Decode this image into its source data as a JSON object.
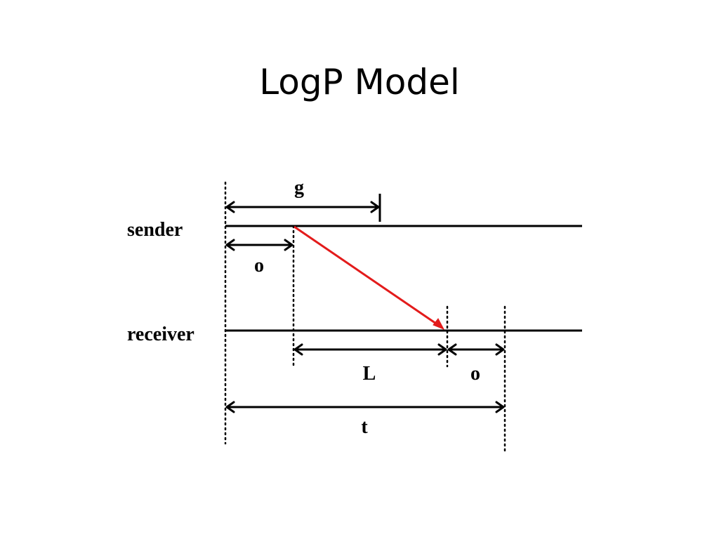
{
  "title": "LogP Model",
  "rows": {
    "sender": "sender",
    "receiver": "receiver"
  },
  "labels": {
    "gap": "g",
    "send_overhead": "o",
    "latency": "L",
    "receive_overhead": "o",
    "total_time": "t"
  },
  "colors": {
    "message_arrow": "#e31b1b",
    "lines": "#000000",
    "background": "#ffffff"
  }
}
